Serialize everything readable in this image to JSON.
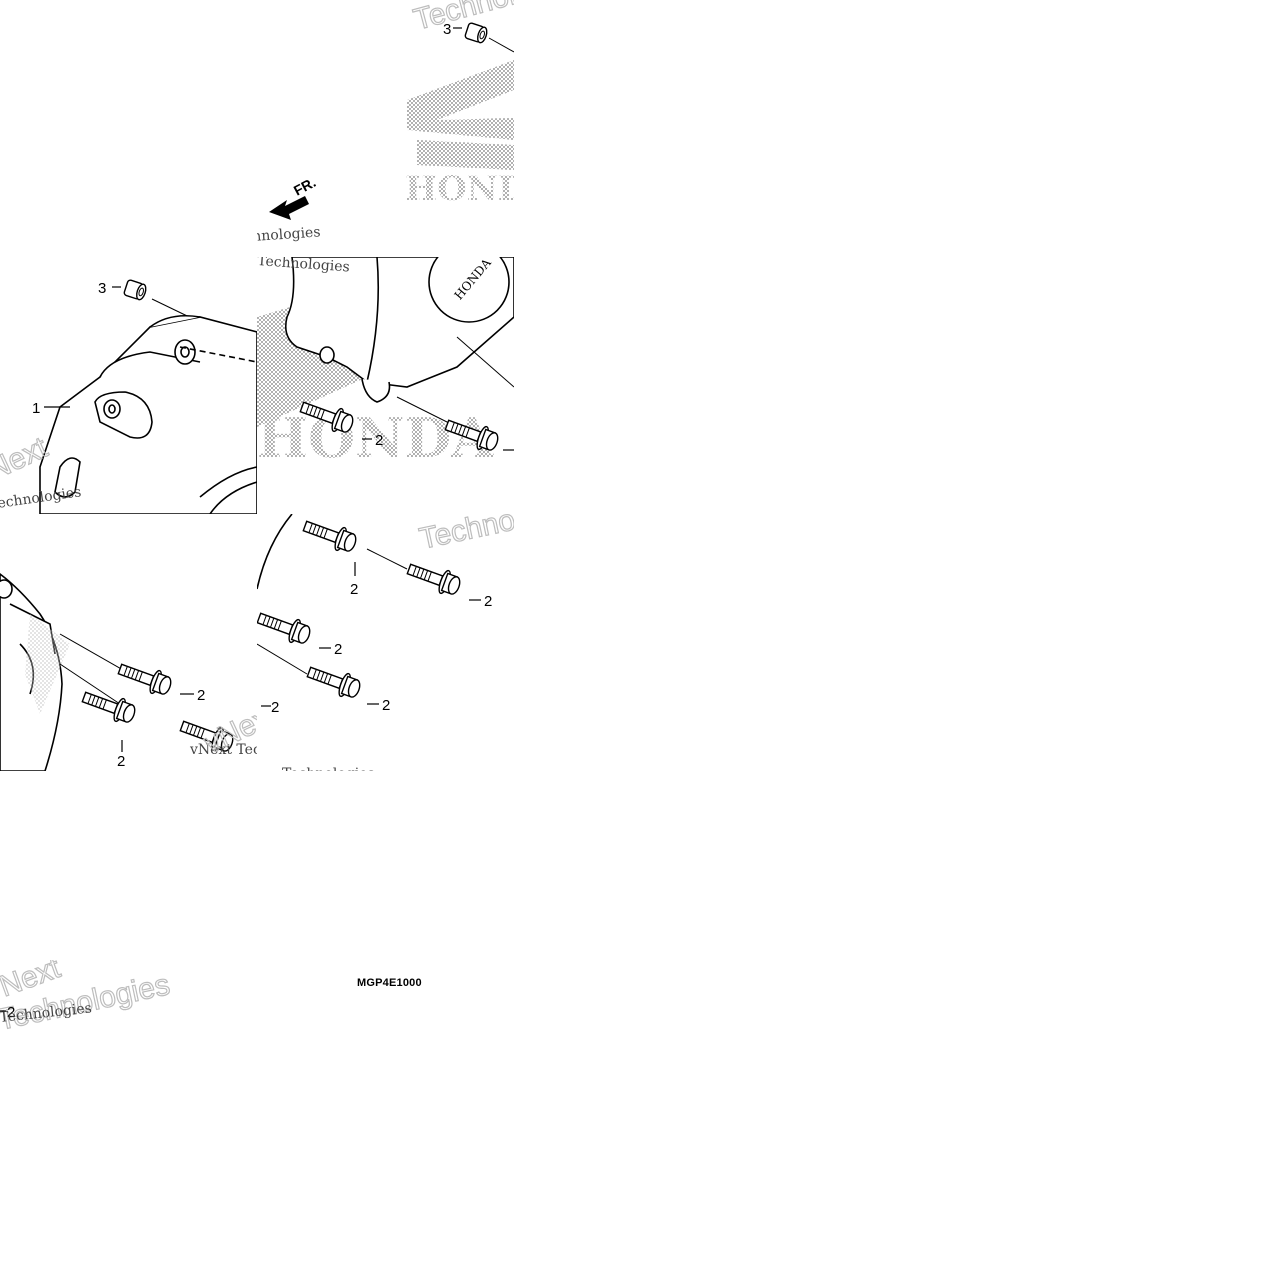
{
  "diagram_code": "MGP4E1000",
  "direction_label": "FR.",
  "brand_text": "HONDA",
  "callouts": {
    "cover": "1",
    "bolt": "2",
    "dowel": "3"
  },
  "watermarks": {
    "line1": "vNext Technologies",
    "brand": "vNext",
    "word": "Technologies"
  },
  "colors": {
    "ink": "#000000",
    "watermark_gray": "#bdbdbd",
    "background": "#ffffff"
  }
}
